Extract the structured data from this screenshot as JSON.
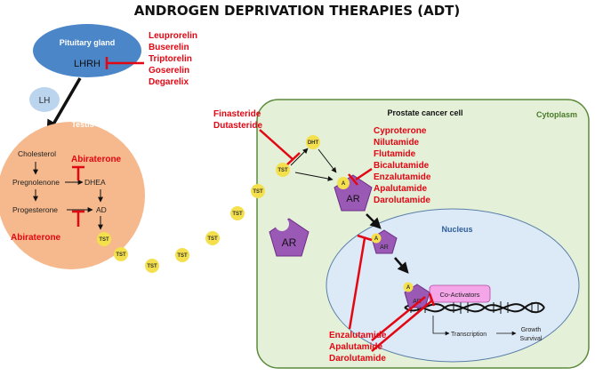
{
  "title": "ANDROGEN DEPRIVATION THERAPIES (ADT)",
  "pituitary": {
    "label": "Pituitary gland",
    "hormone": "LHRH"
  },
  "lhrh_drugs": [
    "Leuprorelin",
    "Buserelin",
    "Triptorelin",
    "Goserelin",
    "Degarelix"
  ],
  "lh": "LH",
  "testis": {
    "label": "Testis",
    "steps": [
      "Cholesterol",
      "Pregnolenone",
      "DHEA",
      "Progesterone",
      "AD",
      "TST"
    ],
    "inhibitor": "Abiraterone"
  },
  "tst": "TST",
  "five_ari": [
    "Finasteride",
    "Dutasteride"
  ],
  "cell": {
    "label": "Prostate cancer cell",
    "cytoplasm": "Cytoplasm",
    "nucleus": "Nucleus"
  },
  "dht": "DHT",
  "ar": "AR",
  "ligand": "A",
  "ar_antagonists": [
    "Cyproterone",
    "Nilutamide",
    "Flutamide",
    "Bicalutamide",
    "Enzalutamide",
    "Apalutamide",
    "Darolutamide"
  ],
  "nuclear_inhibitors": [
    "Enzalutamide",
    "Apalutamide",
    "Darolutamide"
  ],
  "coactivators": "Co-Activators",
  "transcription": "Transcription",
  "outcome": [
    "Growth",
    "Survival"
  ],
  "colors": {
    "red": "#e30613",
    "pituitary": "#4a86c8",
    "lh": "#bcd5ee",
    "testis": "#f5b98d",
    "cell_fill": "#e4f0d8",
    "cell_border": "#5b8a3a",
    "nucleus_fill": "#dce9f6",
    "ar": "#9b59b6",
    "tst": "#f4e04d",
    "coactivator": "#f4a6e8"
  }
}
